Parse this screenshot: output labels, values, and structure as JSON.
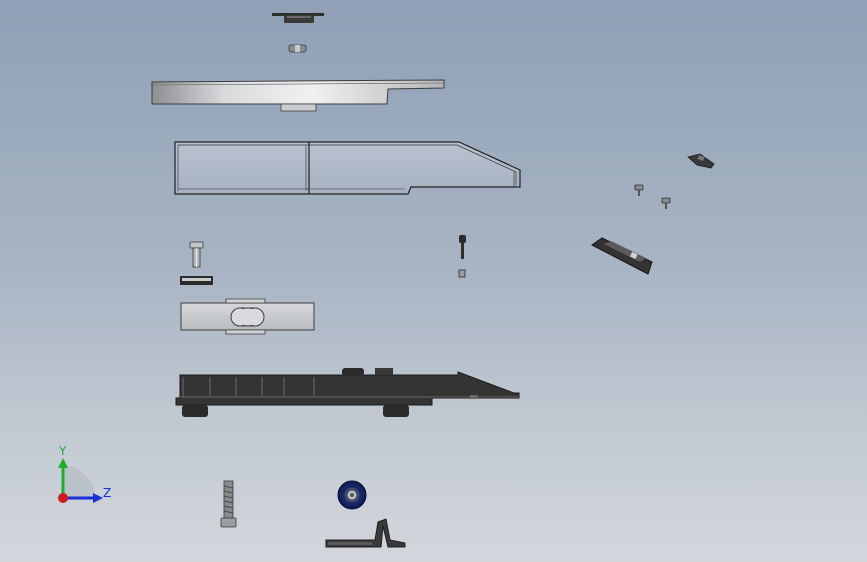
{
  "viewport": {
    "background_top": "#8fa0b6",
    "background_bottom": "#d3d7dc"
  },
  "triad": {
    "y_label": "Y",
    "z_label": "Z",
    "y_color": "#1fae2a",
    "z_color": "#1a2fd6",
    "x_color": "#d01c1c"
  },
  "parts": [
    "top-cap",
    "small-pin",
    "weighing-platform",
    "housing-cover",
    "screw-pin",
    "bracket-clip",
    "load-cell",
    "small-bolt",
    "base-housing",
    "foot-screw",
    "roller-wheel",
    "spring-clip",
    "side-latch",
    "small-screws",
    "side-cover-plate"
  ]
}
